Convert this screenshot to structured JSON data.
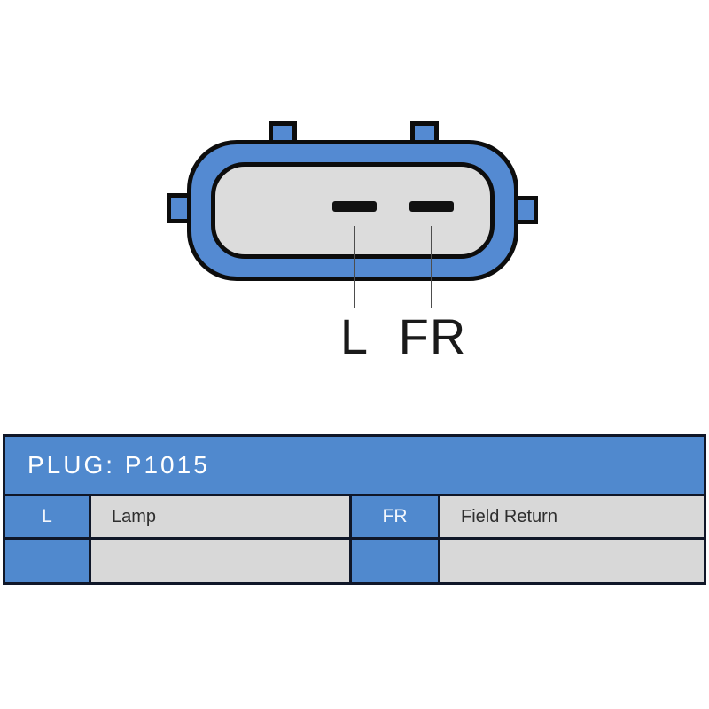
{
  "connector": {
    "pins": [
      {
        "label": "L"
      },
      {
        "label": "FR"
      }
    ],
    "terminal_count": 2
  },
  "table": {
    "title": "PLUG: P1015",
    "rows": [
      [
        "L",
        "Lamp",
        "FR",
        "Field Return"
      ],
      [
        "",
        "",
        "",
        ""
      ]
    ]
  },
  "colors": {
    "connector_blue": "#548ad2",
    "table_blue": "#5089ce",
    "cavity_gray": "#dcdcdc",
    "cell_gray": "#d8d8d8",
    "outline_black": "#0d0d0d",
    "table_border": "#101728",
    "text_white": "#ffffff",
    "text_dark": "#2e2e2e"
  }
}
